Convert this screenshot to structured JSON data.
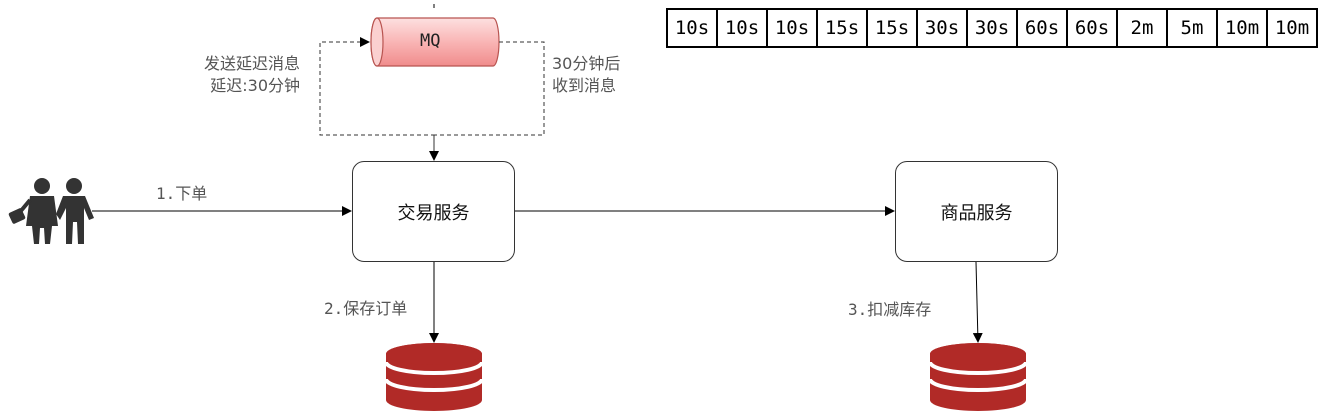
{
  "mq": {
    "label": "MQ"
  },
  "send_label": {
    "line1": "发送延迟消息",
    "line2": "延迟:30分钟"
  },
  "receive_label": {
    "line1": "30分钟后",
    "line2": "收到消息"
  },
  "trade_service": {
    "label": "交易服务"
  },
  "item_service": {
    "label": "商品服务"
  },
  "steps": {
    "order": "1.下单",
    "save_order": "2.保存订单",
    "deduct_stock": "3.扣减库存"
  },
  "retry_intervals": [
    "10s",
    "10s",
    "10s",
    "15s",
    "15s",
    "30s",
    "30s",
    "60s",
    "60s",
    "2m",
    "5m",
    "10m",
    "10m"
  ],
  "colors": {
    "queue_fill": "#f8a9a9",
    "database": "#b12a27",
    "user": "#333333"
  }
}
